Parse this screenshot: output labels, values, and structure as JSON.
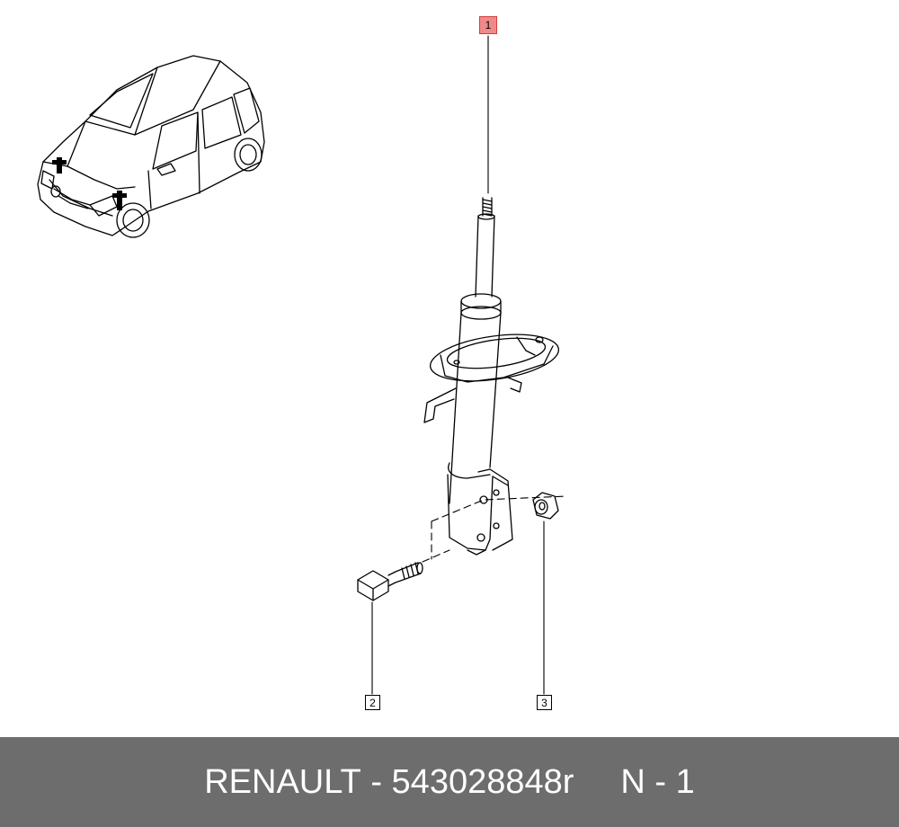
{
  "callouts": [
    {
      "label": "1",
      "highlight": true
    },
    {
      "label": "2",
      "highlight": false
    },
    {
      "label": "3",
      "highlight": false
    }
  ],
  "footer": {
    "brand": "RENAULT",
    "separator": " - ",
    "part_number": "543028848r",
    "quantity": "N - 1"
  },
  "colors": {
    "highlight": "#f08a8a",
    "footer_bg": "#6d6d6d",
    "line": "#000000"
  },
  "icons": [
    "vehicle-illustration",
    "shock-absorber-strut",
    "bolt",
    "nut"
  ]
}
